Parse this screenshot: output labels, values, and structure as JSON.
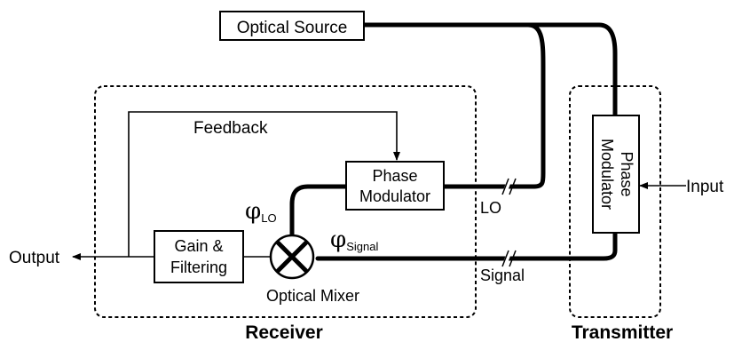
{
  "blocks": {
    "optical_source": "Optical Source",
    "phase_modulator_rx_line1": "Phase",
    "phase_modulator_rx_line2": "Modulator",
    "phase_modulator_tx_line1": "Phase",
    "phase_modulator_tx_line2": "Modulator",
    "gain_filter_line1": "Gain &",
    "gain_filter_line2": "Filtering"
  },
  "labels": {
    "feedback": "Feedback",
    "output": "Output",
    "input": "Input",
    "lo": "LO",
    "signal": "Signal",
    "optical_mixer": "Optical Mixer",
    "phi_lo_symbol": "φ",
    "phi_lo_sub": "LO",
    "phi_signal_symbol": "φ",
    "phi_signal_sub": "Signal"
  },
  "regions": {
    "receiver": "Receiver",
    "transmitter": "Transmitter"
  }
}
